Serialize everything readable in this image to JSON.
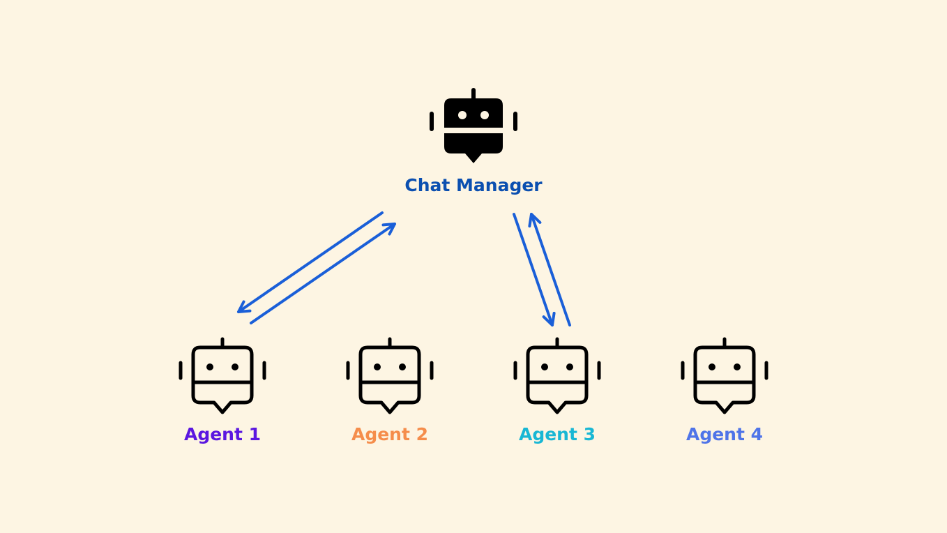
{
  "manager": {
    "label": "Chat Manager",
    "color": "#0b4fb0",
    "icon": "robot-icon-filled"
  },
  "agents": [
    {
      "label": "Agent 1",
      "color": "#5b17e0",
      "icon": "robot-icon-outline"
    },
    {
      "label": "Agent 2",
      "color": "#f58d4b",
      "icon": "robot-icon-outline"
    },
    {
      "label": "Agent 3",
      "color": "#19b7d4",
      "icon": "robot-icon-outline"
    },
    {
      "label": "Agent 4",
      "color": "#4f74e8",
      "icon": "robot-icon-outline"
    }
  ],
  "connections": [
    {
      "from": "Chat Manager",
      "to": "Agent 1"
    },
    {
      "from": "Agent 1",
      "to": "Chat Manager"
    },
    {
      "from": "Chat Manager",
      "to": "Agent 3"
    },
    {
      "from": "Agent 3",
      "to": "Chat Manager"
    }
  ],
  "arrow_color": "#1a5fd8"
}
